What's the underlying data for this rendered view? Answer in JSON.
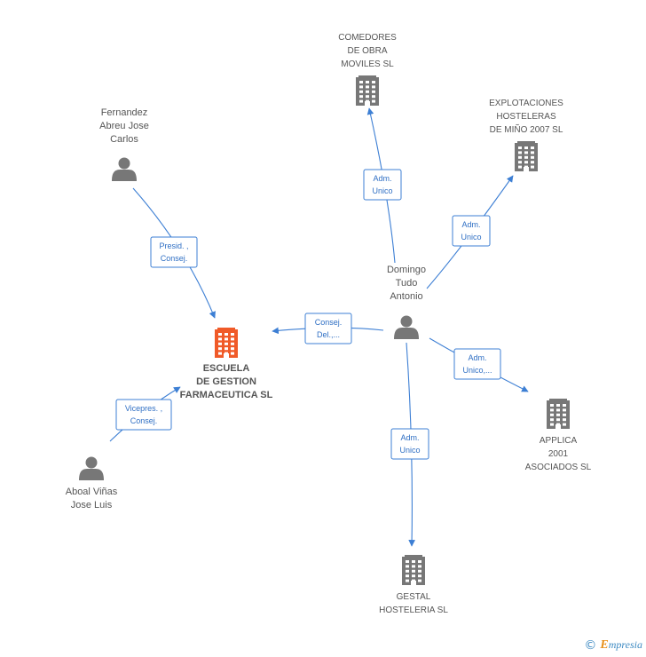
{
  "colors": {
    "edge": "#3d7fd4",
    "company": "#777777",
    "focus_company": "#f05a28",
    "person": "#777777"
  },
  "nodes": [
    {
      "id": "escuela",
      "kind": "company",
      "focus": true,
      "icon": "building-icon",
      "label": [
        "ESCUELA",
        "DE GESTION",
        "FARMACEUTICA SL"
      ]
    },
    {
      "id": "fernandez",
      "kind": "person",
      "icon": "person-icon",
      "label": [
        "Fernandez",
        "Abreu Jose",
        "Carlos"
      ]
    },
    {
      "id": "aboal",
      "kind": "person",
      "icon": "person-icon",
      "label": [
        "Aboal Viñas",
        "Jose Luis"
      ]
    },
    {
      "id": "domingo",
      "kind": "person",
      "icon": "person-icon",
      "label": [
        "Domingo",
        "Tudo",
        "Antonio"
      ]
    },
    {
      "id": "comedores",
      "kind": "company",
      "icon": "building-icon",
      "label": [
        "COMEDORES",
        "DE OBRA",
        "MOVILES SL"
      ]
    },
    {
      "id": "explotaciones",
      "kind": "company",
      "icon": "building-icon",
      "label": [
        "EXPLOTACIONES",
        "HOSTELERAS",
        "DE MIÑO 2007 SL"
      ]
    },
    {
      "id": "applica",
      "kind": "company",
      "icon": "building-icon",
      "label": [
        "APPLICA",
        "2001",
        "ASOCIADOS SL"
      ]
    },
    {
      "id": "gestal",
      "kind": "company",
      "icon": "building-icon",
      "label": [
        "GESTAL",
        "HOSTELERIA SL"
      ]
    }
  ],
  "edges": [
    {
      "from": "fernandez",
      "to": "escuela",
      "label": [
        "Presid. ,",
        "Consej."
      ]
    },
    {
      "from": "aboal",
      "to": "escuela",
      "label": [
        "Vicepres. ,",
        "Consej."
      ]
    },
    {
      "from": "domingo",
      "to": "escuela",
      "label": [
        "Consej.",
        "Del.,..."
      ]
    },
    {
      "from": "domingo",
      "to": "comedores",
      "label": [
        "Adm.",
        "Unico"
      ]
    },
    {
      "from": "domingo",
      "to": "explotaciones",
      "label": [
        "Adm.",
        "Unico"
      ]
    },
    {
      "from": "domingo",
      "to": "applica",
      "label": [
        "Adm.",
        "Unico,..."
      ]
    },
    {
      "from": "domingo",
      "to": "gestal",
      "label": [
        "Adm.",
        "Unico"
      ]
    }
  ],
  "footer": {
    "copyright": "©",
    "brand_initial": "E",
    "brand_rest": "mpresia"
  }
}
